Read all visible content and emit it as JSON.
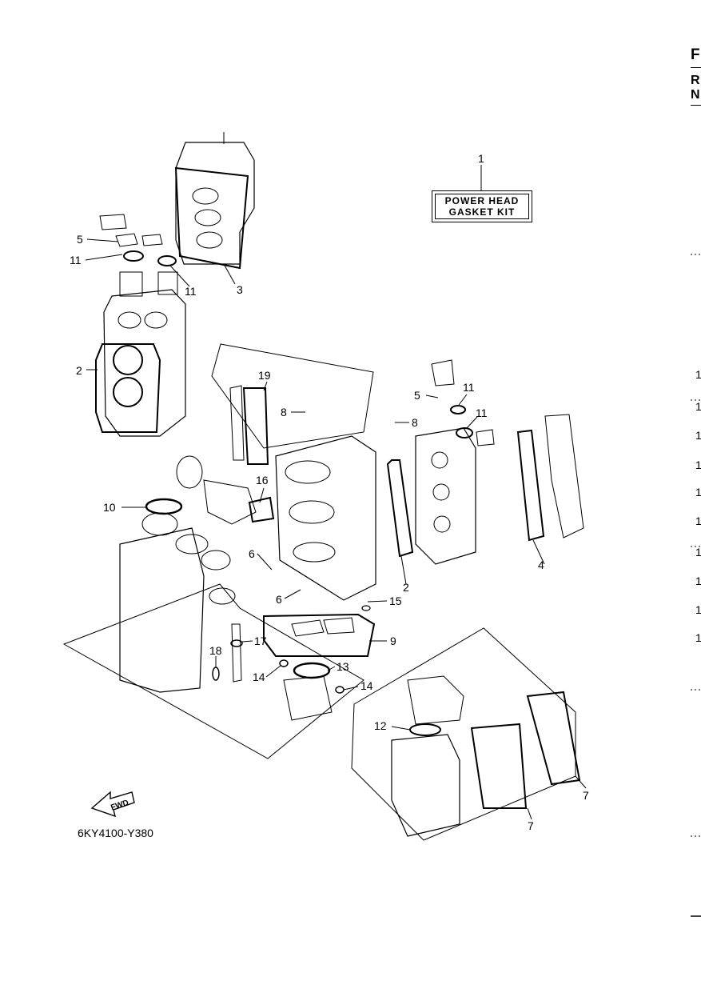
{
  "kit": {
    "line1": "POWER HEAD",
    "line2": "GASKET KIT"
  },
  "figure_code": "6KY4100-Y380",
  "fwd_label": "FWD",
  "callouts": {
    "c1": "1",
    "c2a": "2",
    "c2b": "2",
    "c3": "3",
    "c4": "4",
    "c5a": "5",
    "c5b": "5",
    "c6a": "6",
    "c6b": "6",
    "c7a": "7",
    "c7b": "7",
    "c8a": "8",
    "c8b": "8",
    "c9": "9",
    "c10": "10",
    "c11a": "11",
    "c11b": "11",
    "c11c": "11",
    "c11d": "11",
    "c12": "12",
    "c13": "13",
    "c14a": "14",
    "c14b": "14",
    "c15": "15",
    "c16": "16",
    "c17": "17",
    "c18": "18",
    "c19": "19"
  },
  "edge": {
    "header": [
      "F",
      "R",
      "N"
    ],
    "numbers": [
      "1",
      "1",
      "1",
      "1",
      "1",
      "1",
      "1",
      "1",
      "1",
      "1"
    ]
  }
}
